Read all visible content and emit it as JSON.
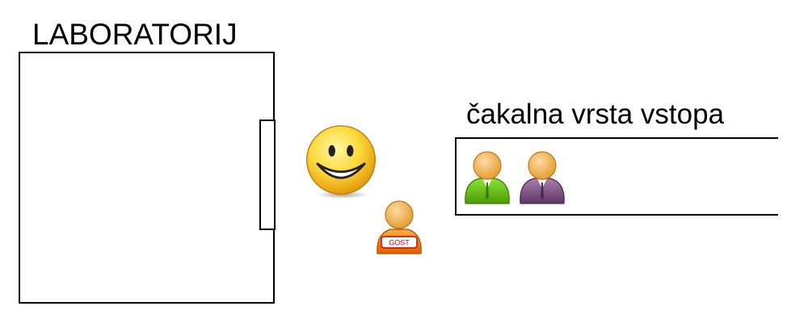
{
  "lab": {
    "title": "LABORATORIJ"
  },
  "queue": {
    "title": "čakalna vrsta vstopa",
    "people": [
      {
        "icon": "person-icon",
        "color": "#73d216"
      },
      {
        "icon": "person-icon",
        "color": "#75507b"
      }
    ]
  },
  "doorkeeper": {
    "icon": "smiley-icon",
    "color": "#fcd93a"
  },
  "guest": {
    "icon": "guest-person-icon",
    "badge_text": "GOST",
    "color": "#f57900"
  }
}
